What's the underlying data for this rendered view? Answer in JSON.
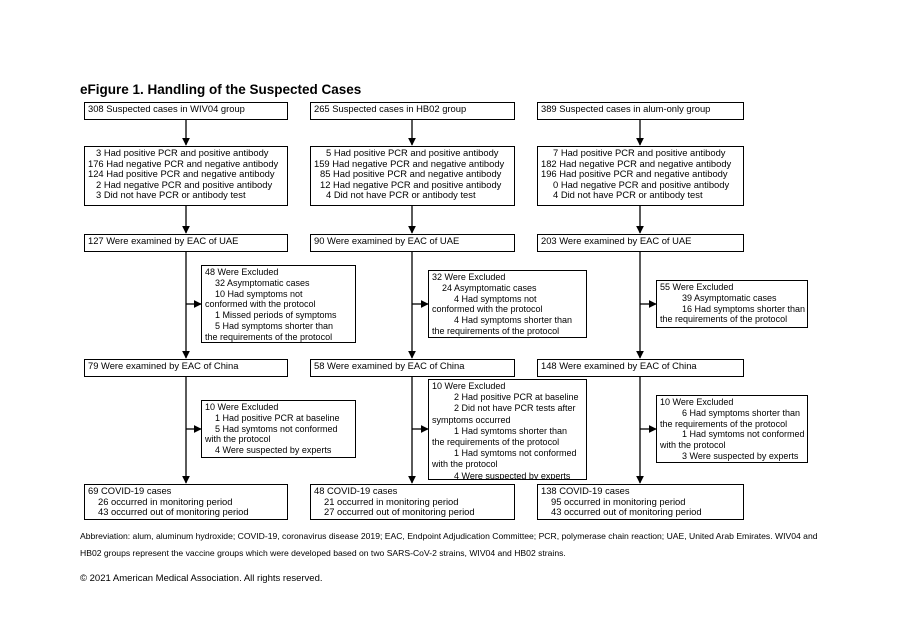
{
  "title": "eFigure 1. Handling of the Suspected Cases",
  "columns": [
    {
      "suspected": "308 Suspected cases in WIV04 group",
      "tests": [
        "3 Had positive PCR and positive antibody",
        "176 Had negative PCR and negative antibody",
        "124 Had positive PCR and negative antibody",
        "2 Had negative PCR and positive antibody",
        "3 Did not have PCR or antibody test"
      ],
      "eac_uae": "127 Were examined by EAC of UAE",
      "excl1": {
        "head": "48 Were Excluded",
        "lines": [
          "32 Asymptomatic cases",
          "10 Had symptoms not",
          "conformed with the protocol",
          "1 Missed periods of symptoms",
          "5 Had symptoms shorter than",
          "the requirements of the protocol"
        ]
      },
      "eac_china": "79 Were examined by EAC of China",
      "excl2": {
        "head": "10 Were Excluded",
        "lines": [
          "1 Had positive PCR at baseline",
          "5 Had symtoms not conformed",
          "with the protocol",
          "4 Were suspected by experts"
        ]
      },
      "covid": {
        "head": "69 COVID-19 cases",
        "lines": [
          "26 occurred in monitoring period",
          "43 occurred out of monitoring period"
        ]
      }
    },
    {
      "suspected": "265 Suspected cases in HB02 group",
      "tests": [
        "5 Had positive PCR and positive antibody",
        "159 Had negative PCR and negative antibody",
        "85 Had positive PCR and negative antibody",
        "12 Had negative PCR and positive antibody",
        "4 Did not have PCR or antibody test"
      ],
      "eac_uae": "90 Were examined by EAC of UAE",
      "excl1": {
        "head": "32 Were Excluded",
        "lines": [
          "24 Asymptomatic cases",
          "4 Had symptoms not",
          "conformed with the protocol",
          "4 Had symptoms shorter than",
          "the requirements of the protocol"
        ]
      },
      "eac_china": "58 Were examined by EAC of China",
      "excl2": {
        "head": "10 Were Excluded",
        "lines": [
          "2 Had positive PCR at baseline",
          "2 Did not have PCR tests after",
          "symptoms occurred",
          "1 Had symtoms shorter than",
          "the requirements of the protocol",
          "1 Had symtoms not conformed",
          "with the protocol",
          "4 Were suspected by experts"
        ]
      },
      "covid": {
        "head": "48 COVID-19 cases",
        "lines": [
          "21 occurred in monitoring period",
          "27 occurred out of monitoring period"
        ]
      }
    },
    {
      "suspected": "389 Suspected cases in alum-only group",
      "tests": [
        "7 Had positive PCR and positive antibody",
        "182 Had negative PCR and negative antibody",
        "196 Had positive PCR and negative antibody",
        "0 Had negative PCR and positive antibody",
        "4 Did not have PCR or antibody test"
      ],
      "eac_uae": "203 Were examined by EAC of UAE",
      "excl1": {
        "head": "55 Were Excluded",
        "lines": [
          "39 Asymptomatic cases",
          "16 Had symptoms shorter than",
          "the requirements of the protocol"
        ]
      },
      "eac_china": "148 Were examined by EAC of China",
      "excl2": {
        "head": "10 Were Excluded",
        "lines": [
          "6 Had symptoms shorter than",
          "the requirements of the protocol",
          "1 Had symtoms not conformed",
          "with the protocol",
          "3 Were suspected by experts"
        ]
      },
      "covid": {
        "head": "138 COVID-19 cases",
        "lines": [
          "95 occurred in monitoring period",
          "43 occurred out of monitoring period"
        ]
      }
    }
  ],
  "footnote": {
    "line1": "Abbreviation: alum, aluminum hydroxide; COVID-19, coronavirus disease 2019; EAC, Endpoint Adjudication Committee; PCR, polymerase chain reaction; UAE, United Arab Emirates. WIV04 and",
    "line2": "HB02 groups represent the vaccine groups which were developed based on two SARS-CoV-2 strains, WIV04 and HB02 strains."
  },
  "copyright": "© 2021 American Medical Association. All rights reserved."
}
